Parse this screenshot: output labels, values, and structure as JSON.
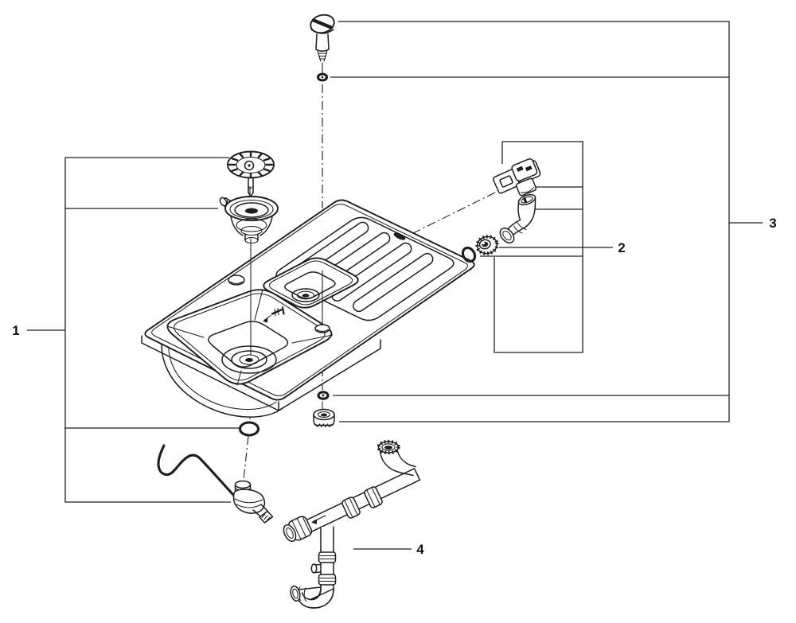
{
  "diagram": {
    "type": "exploded-parts-diagram",
    "subject": "kitchen sink with strainer waste set, overflow kit and trap piping",
    "background_color": "#ffffff",
    "line_color": "#1d1d1b",
    "callouts": [
      {
        "label": "1",
        "part": "strainer-waste-set"
      },
      {
        "label": "2",
        "part": "overflow-elbow-and-nut"
      },
      {
        "label": "3",
        "part": "fixing-screw-set"
      },
      {
        "label": "4",
        "part": "trap-pipe-assembly"
      }
    ]
  }
}
